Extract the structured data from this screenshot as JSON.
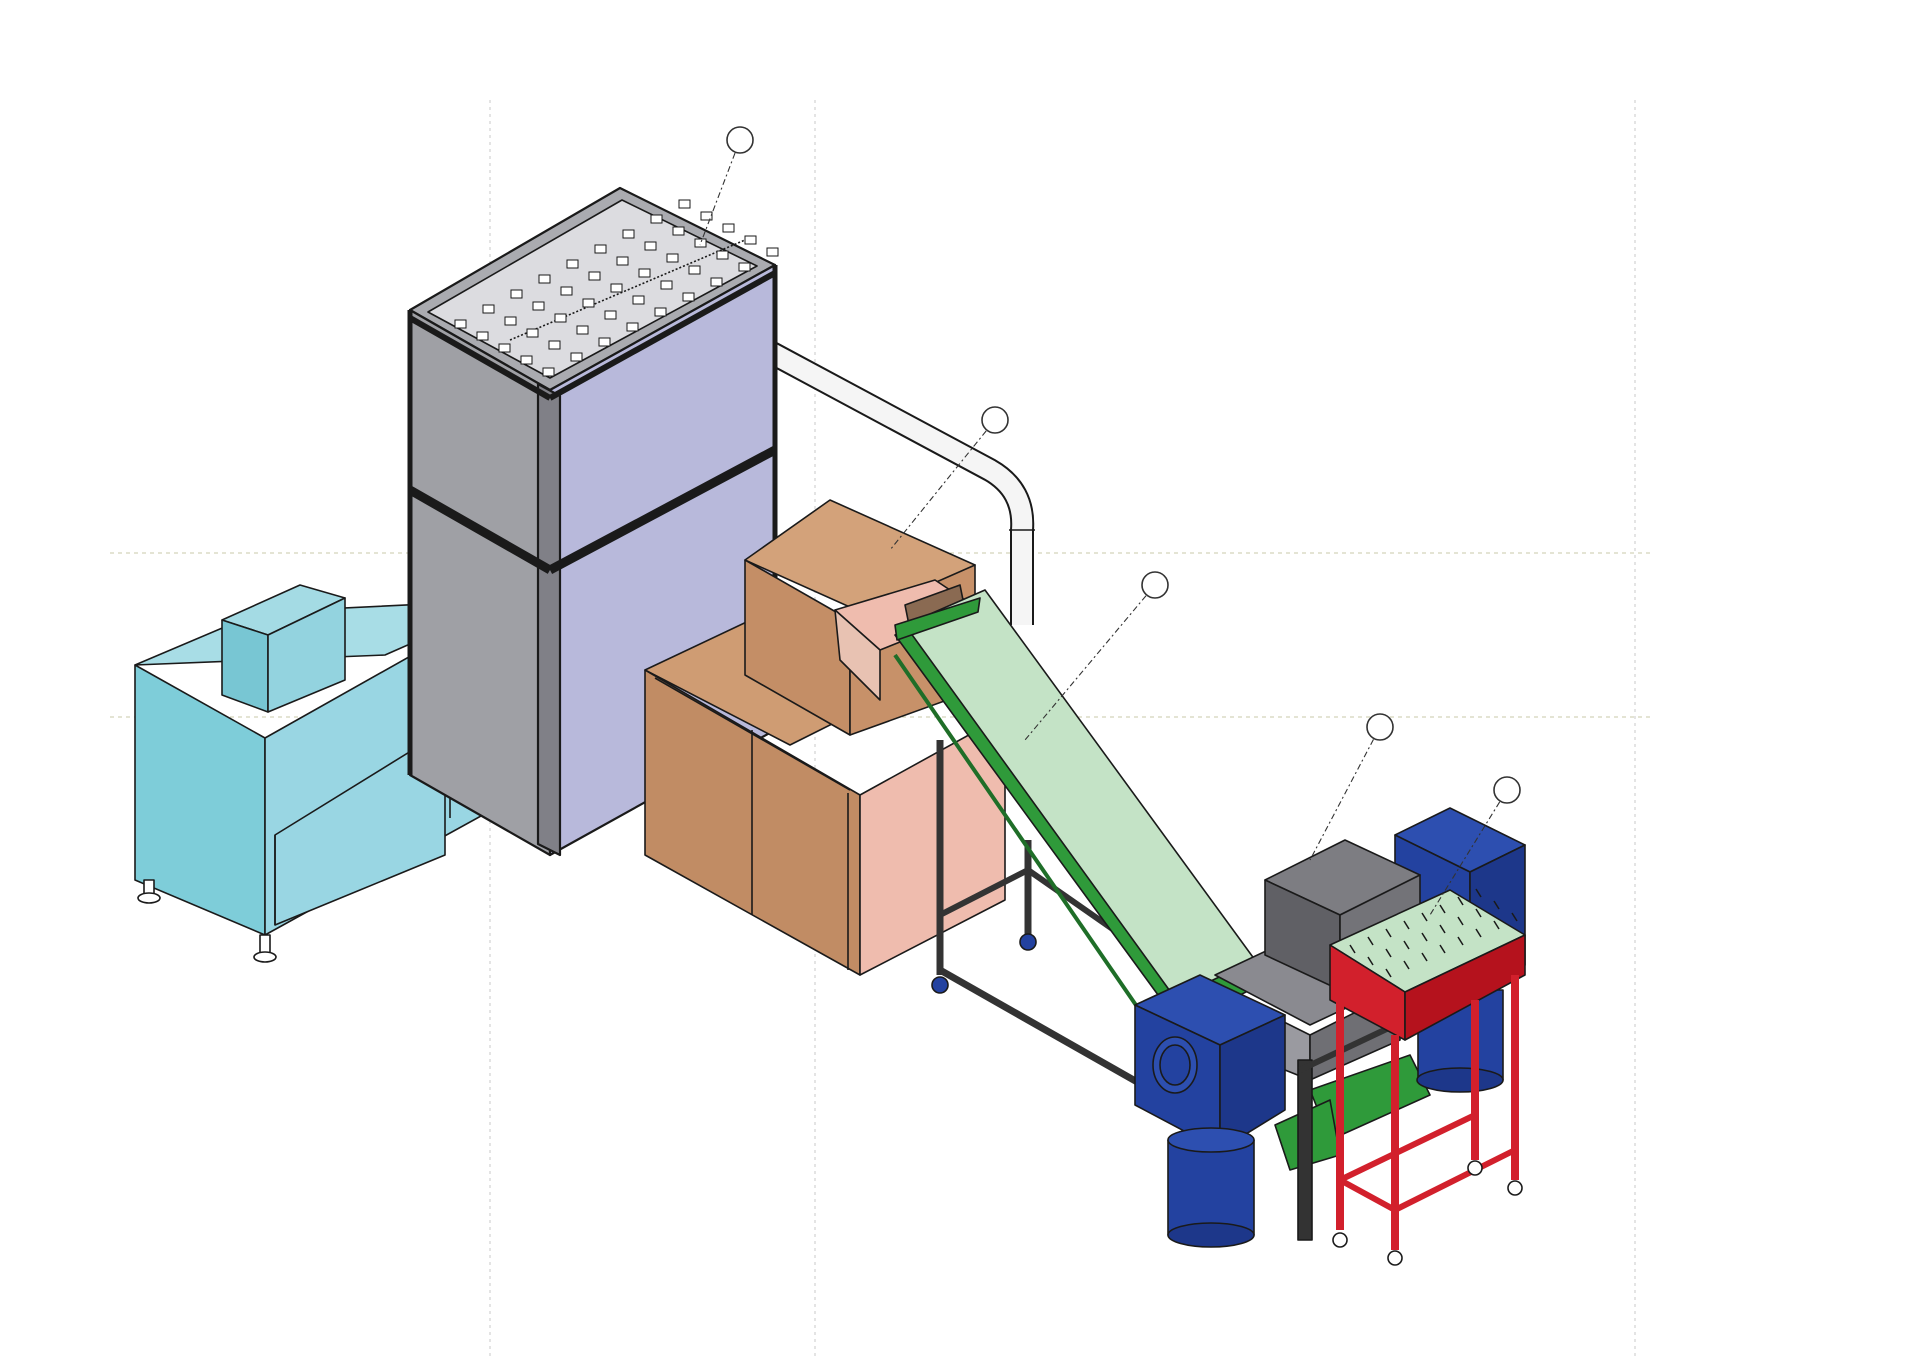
{
  "diagram": {
    "callouts": [
      {
        "id": "callout-filter-tower",
        "label": ""
      },
      {
        "id": "callout-shredder",
        "label": ""
      },
      {
        "id": "callout-conveyor",
        "label": ""
      },
      {
        "id": "callout-granulator",
        "label": ""
      },
      {
        "id": "callout-sorting-table",
        "label": ""
      }
    ]
  },
  "colors": {
    "cabinet": "#8fd3e0",
    "filter_tower_front": "#9d9ea3",
    "filter_tower_side": "#b8b9db",
    "shredder": "#c18c64",
    "shredder_side": "#efbcae",
    "conveyor_belt": "#c4e3c6",
    "conveyor_frame": "#2f9a3a",
    "motor": "#2342a0",
    "granulator": "#6f6f74",
    "sorting_frame": "#d2202c",
    "duct": "#f4f4f4",
    "frame_steel": "#333333"
  }
}
